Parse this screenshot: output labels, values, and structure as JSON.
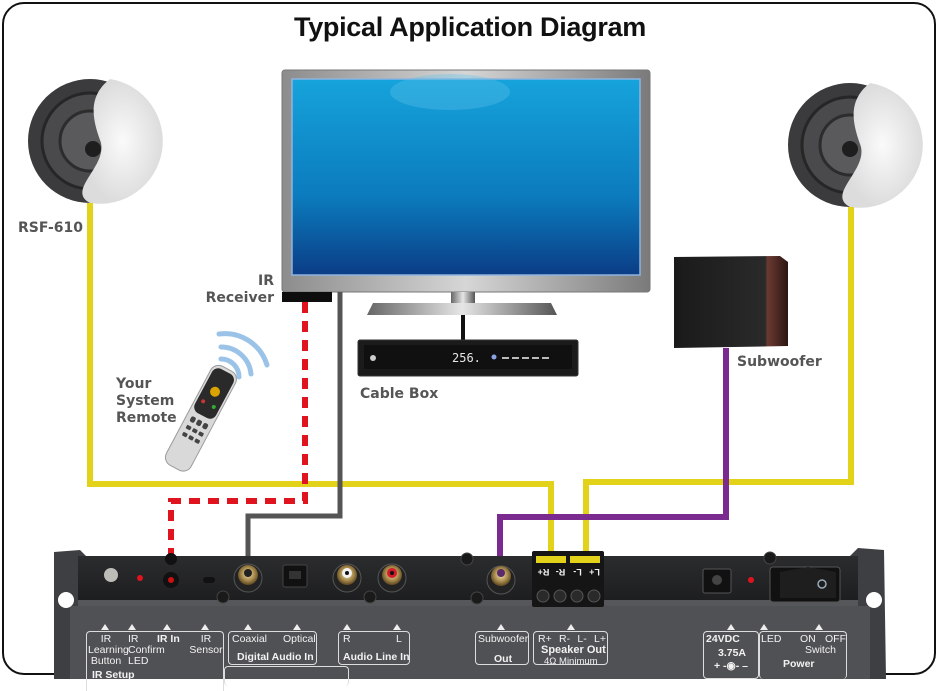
{
  "title": "Typical Application Diagram",
  "labels": {
    "speaker_model": "RSF-610",
    "ir_receiver_line1": "IR",
    "ir_receiver_line2": "Receiver",
    "remote_line1": "Your",
    "remote_line2": "System",
    "remote_line3": "Remote",
    "cable_box": "Cable Box",
    "subwoofer": "Subwoofer",
    "cable_box_display": "256."
  },
  "colors": {
    "speaker_wire": "#e3d21a",
    "subwoofer_wire": "#7b2a8f",
    "ir_wire": "#e0141e",
    "coax_wire": "#555555",
    "tv_screen": "#0a86c4",
    "panel": "#3a3b3d"
  },
  "panel": {
    "terminal_labels": [
      "R+",
      "R-",
      "L-",
      "L+"
    ],
    "ir_setup": {
      "items": [
        {
          "line1": "IR",
          "line2": "Learning",
          "line3": "Button"
        },
        {
          "line1": "IR",
          "line2": "Confirm",
          "line3": "LED"
        },
        {
          "line1": "IR In",
          "line2": "",
          "line3": ""
        },
        {
          "line1": "IR",
          "line2": "Sensor",
          "line3": ""
        }
      ],
      "group_label": "IR Setup"
    },
    "digital_audio": {
      "items": [
        "Coaxial",
        "Optical"
      ],
      "group_label": "Digital Audio In"
    },
    "audio_line": {
      "items": [
        "R",
        "L"
      ],
      "group_label": "Audio Line In"
    },
    "subwoofer_out": {
      "line1": "Subwoofer",
      "line2": "Out"
    },
    "speaker_out": {
      "items": [
        "R+",
        "R-",
        "L-",
        "L+"
      ],
      "group_label": "Speaker Out",
      "sub_label": "4Ω Minimum"
    },
    "power_input": {
      "voltage": "24VDC",
      "current": "3.75A",
      "polarity": "+ -◉- –"
    },
    "power": {
      "led_label": "LED",
      "on_label": "ON",
      "off_label": "OFF",
      "switch_label": "Switch",
      "group_label": "Power"
    }
  }
}
